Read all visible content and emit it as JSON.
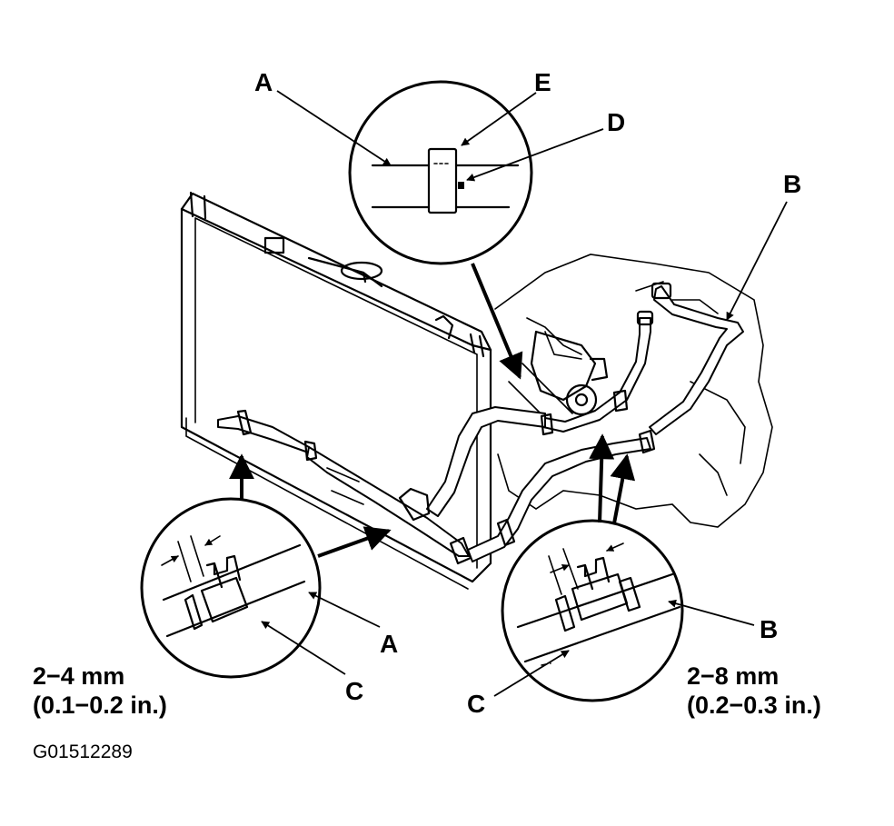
{
  "labels": {
    "a_top": "A",
    "e": "E",
    "d": "D",
    "b_top": "B",
    "a_bottom": "A",
    "c_left": "C",
    "b_right": "B",
    "c_right": "C"
  },
  "specs": {
    "left": {
      "mm": "2−4 mm",
      "inch": "(0.1−0.2 in.)"
    },
    "right": {
      "mm": "2−8 mm",
      "inch": "(0.2−0.3 in.)"
    }
  },
  "figure_id": "G01512289"
}
